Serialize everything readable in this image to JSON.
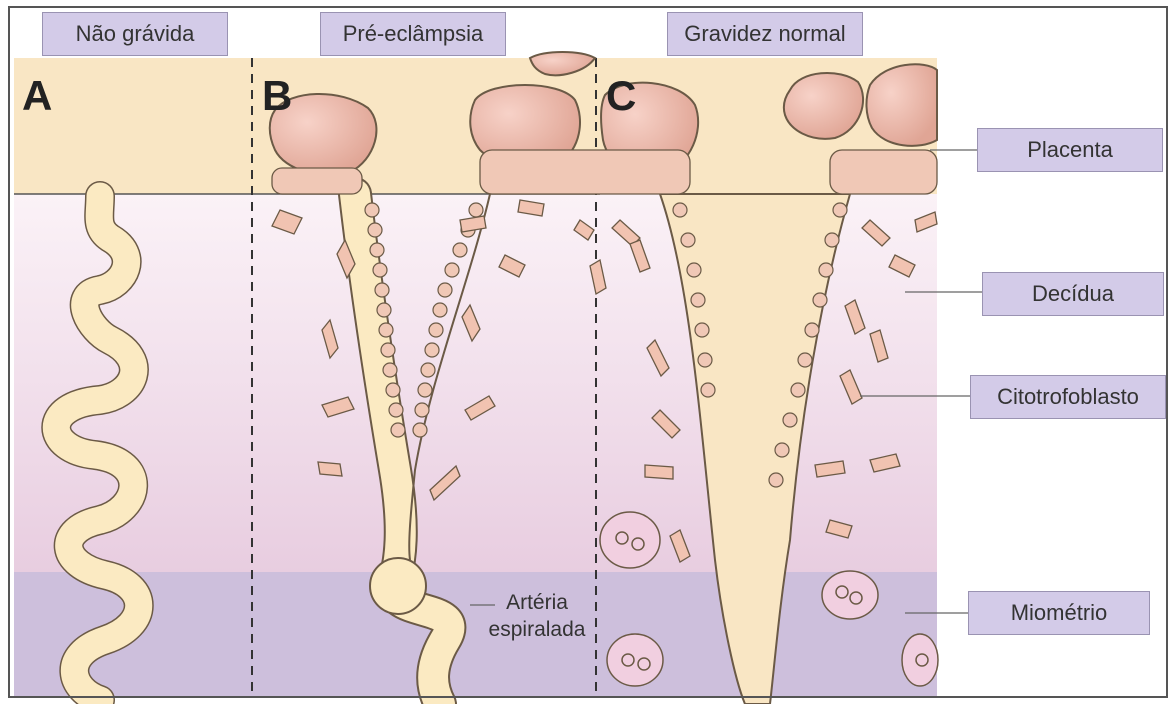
{
  "top_labels": {
    "non_pregnant": "Não grávida",
    "preeclampsia": "Pré-eclâmpsia",
    "normal_pregnancy": "Gravidez normal"
  },
  "panels": {
    "a": "A",
    "b": "B",
    "c": "C"
  },
  "side_labels": {
    "placenta": "Placenta",
    "decidua": "Decídua",
    "cytotrophoblast": "Citotrofoblasto",
    "myometrium": "Miométrio"
  },
  "annotation": {
    "spiral_artery_line1": "Artéria",
    "spiral_artery_line2": "espiralada"
  },
  "colors": {
    "placenta_band": "#f9e6c4",
    "decidua_band": "#f3dcea",
    "myometrium_band": "#cdbfdc",
    "vessel": "#fbeac2",
    "cell": "#e9b8a4",
    "label_box": "#d3cbe8"
  }
}
